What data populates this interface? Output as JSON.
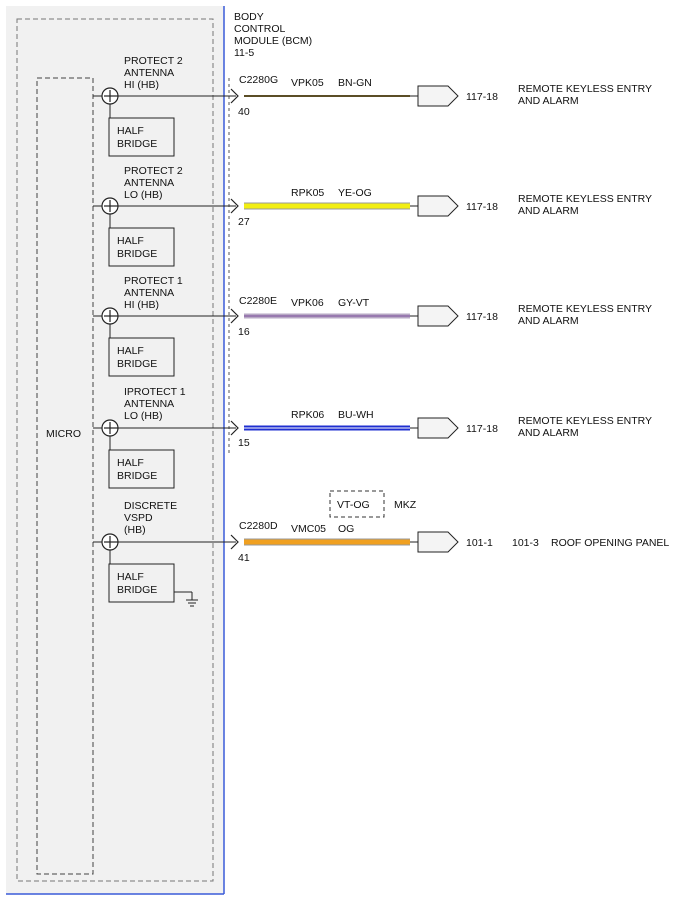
{
  "module": {
    "title_lines": [
      "BODY",
      "CONTROL",
      "MODULE (BCM)",
      "11-5"
    ],
    "micro_label": "MICRO"
  },
  "colors": {
    "module_border": "#3a5bd9",
    "module_fill": "#f1f1f1",
    "inner_dash": "#666666"
  },
  "circuits": [
    {
      "input_label_lines": [
        "PROTECT 2",
        "ANTENNA",
        "HI (HB)"
      ],
      "driver_label_lines": [
        "HALF",
        "BRIDGE"
      ],
      "connector": "C2280G",
      "pin": "40",
      "circuit_id": "VPK05",
      "wire_color_code": "BN-GN",
      "wire_color": "#7a3120",
      "wire_stripe": "#3c6b2c",
      "page_ref": "117-18",
      "destination_lines": [
        "REMOTE KEYLESS ENTRY",
        "AND ALARM"
      ]
    },
    {
      "input_label_lines": [
        "PROTECT 2",
        "ANTENNA",
        "LO (HB)"
      ],
      "driver_label_lines": [
        "HALF",
        "BRIDGE"
      ],
      "connector": "",
      "pin": "27",
      "circuit_id": "RPK05",
      "wire_color_code": "YE-OG",
      "wire_color": "#f2ee12",
      "wire_stripe": "#e08a14",
      "page_ref": "117-18",
      "destination_lines": [
        "REMOTE KEYLESS ENTRY",
        "AND ALARM"
      ]
    },
    {
      "input_label_lines": [
        "PROTECT 1",
        "ANTENNA",
        "HI (HB)"
      ],
      "driver_label_lines": [
        "HALF",
        "BRIDGE"
      ],
      "connector": "C2280E",
      "pin": "16",
      "circuit_id": "VPK06",
      "wire_color_code": "GY-VT",
      "wire_color": "#b7a8c4",
      "wire_stripe": "#7a4a9a",
      "page_ref": "117-18",
      "destination_lines": [
        "REMOTE KEYLESS ENTRY",
        "AND ALARM"
      ]
    },
    {
      "input_label_lines": [
        "IPROTECT 1",
        "ANTENNA",
        "LO (HB)"
      ],
      "driver_label_lines": [
        "HALF",
        "BRIDGE"
      ],
      "connector": "",
      "pin": "15",
      "circuit_id": "RPK06",
      "wire_color_code": "BU-WH",
      "wire_color": "#1f2fd0",
      "wire_stripe": "#ffffff",
      "page_ref": "117-18",
      "destination_lines": [
        "REMOTE KEYLESS ENTRY",
        "AND ALARM"
      ]
    },
    {
      "input_label_lines": [
        "DISCRETE",
        "VSPD",
        "(HB)"
      ],
      "driver_label_lines": [
        "HALF",
        "BRIDGE"
      ],
      "connector": "C2280D",
      "pin": "41",
      "circuit_id": "VMC05",
      "wire_color_code": "OG",
      "wire_color": "#f0a020",
      "wire_stripe": "",
      "page_ref": "101-1",
      "page_ref_2": "101-3",
      "destination_lines": [
        "ROOF OPENING PANEL"
      ],
      "grounded": true
    }
  ],
  "variant": {
    "alt_color_code": "VT-OG",
    "model": "MKZ"
  }
}
